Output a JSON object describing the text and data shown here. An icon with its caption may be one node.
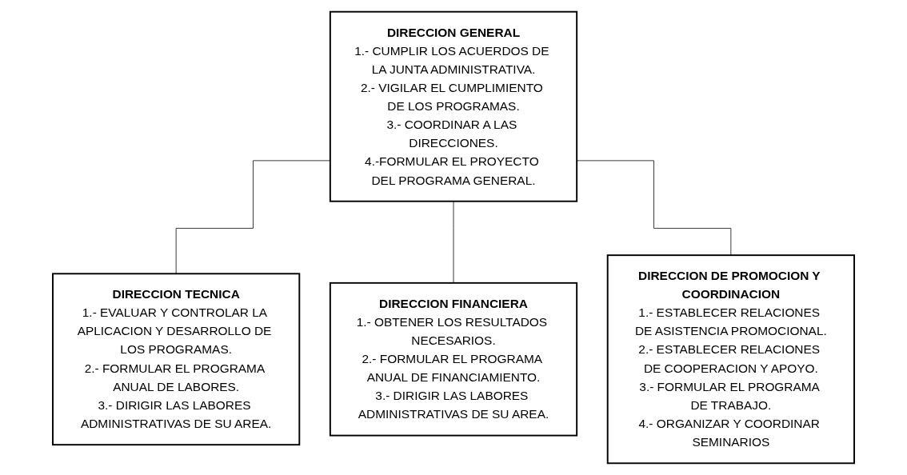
{
  "diagram": {
    "nodes": [
      {
        "text": [
          "DIRECCION GENERAL",
          "1.- CUMPLIR LOS ACUERDOS DE LA JUNTA ADMINISTRATIVA.",
          "2.- VIGILAR EL CUMPLIMIENTO DE LOS PROGRAMAS.",
          "3.- COORDINAR A LAS DIRECCIONES.",
          "4.-FORMULAR EL PROYECTO DEL PROGRAMA GENERAL."
        ]
      },
      {
        "text": [
          "DIRECCION TECNICA",
          "1.- EVALUAR Y CONTROLAR LA APLICACION Y DESARROLLO DE LOS PROGRAMAS.",
          "2.- FORMULAR EL PROGRAMA ANUAL DE LABORES.",
          "3.- DIRIGIR LAS LABORES ADMINISTRATIVAS DE SU AREA."
        ]
      },
      {
        "text": [
          "DIRECCION FINANCIERA",
          "1.- OBTENER LOS RESULTADOS NECESARIOS.",
          "2.- FORMULAR EL PROGRAMA ANUAL DE FINANCIAMIENTO.",
          "3.- DIRIGIR LAS LABORES ADMINISTRATIVAS DE SU AREA."
        ]
      },
      {
        "text": [
          "DIRECCION DE PROMOCION Y COORDINACION",
          "1.- ESTABLECER RELACIONES DE ASISTENCIA PROMOCIONAL.",
          "2.- ESTABLECER RELACIONES DE COOPERACION Y APOYO.",
          "3.- FORMULAR EL PROGRAMA DE TRABAJO.",
          "4.- ORGANIZAR Y COORDINAR SEMINARIOS"
        ]
      }
    ],
    "edges": [
      {
        "from": 0,
        "to": 1,
        "arrow": "none"
      },
      {
        "from": 0,
        "to": 2,
        "arrow": "none"
      },
      {
        "from": 0,
        "to": 3,
        "arrow": "none"
      }
    ]
  }
}
